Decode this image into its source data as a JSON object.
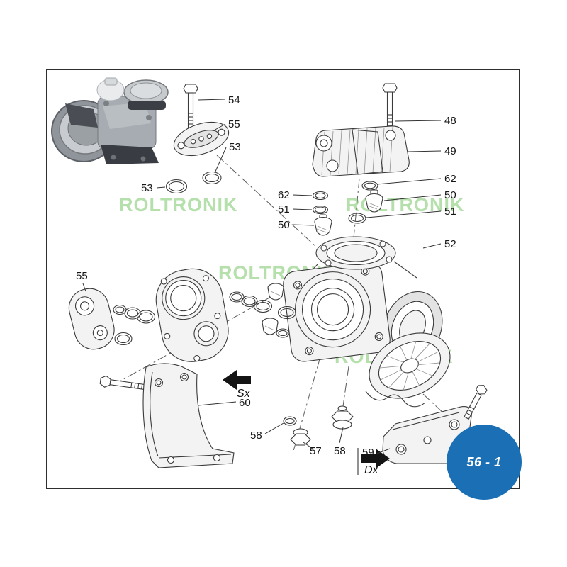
{
  "badge": {
    "text": "56 - 1"
  },
  "watermark": {
    "text": "ROLTRONIK"
  },
  "directions": {
    "sx": "Sx",
    "dx": "Dx"
  },
  "colors": {
    "badge": "#1b6fb5",
    "watermark": "#a9db9e",
    "line": "#3a3a3a"
  },
  "callouts": [
    {
      "part": "54"
    },
    {
      "part": "55"
    },
    {
      "part": "53"
    },
    {
      "part": "53"
    },
    {
      "part": "48"
    },
    {
      "part": "49"
    },
    {
      "part": "62"
    },
    {
      "part": "50"
    },
    {
      "part": "51"
    },
    {
      "part": "62"
    },
    {
      "part": "51"
    },
    {
      "part": "50"
    },
    {
      "part": "52"
    },
    {
      "part": "55"
    },
    {
      "part": "60"
    },
    {
      "part": "58"
    },
    {
      "part": "57"
    },
    {
      "part": "58"
    },
    {
      "part": "59"
    }
  ]
}
